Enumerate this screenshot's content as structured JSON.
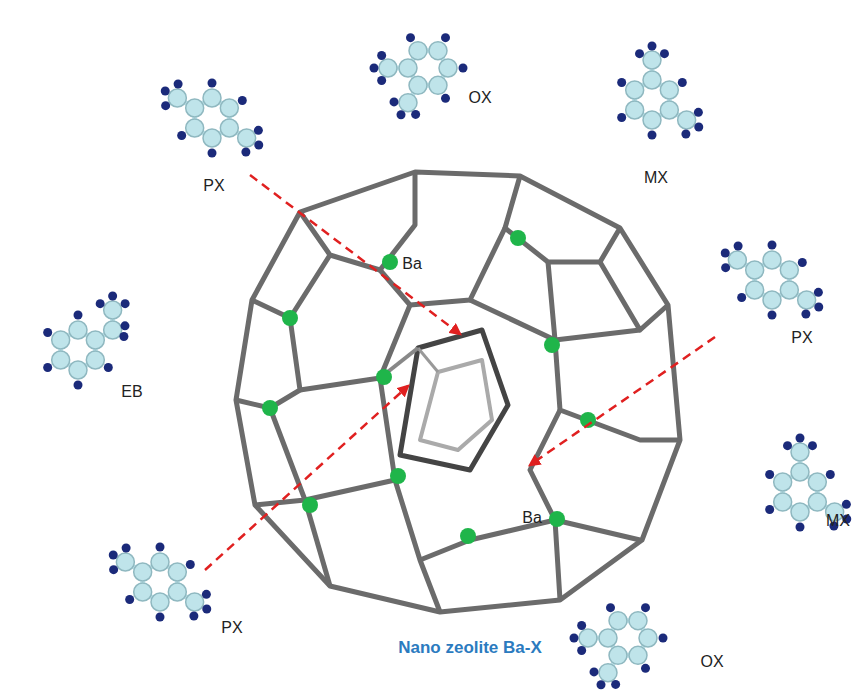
{
  "diagram": {
    "labels": [
      "PX",
      "OX",
      "MX",
      "Ba",
      "EB",
      "PX",
      "Ba",
      "MX",
      "PX",
      "Nano zeolite Ba-X",
      "OX"
    ]
  }
}
